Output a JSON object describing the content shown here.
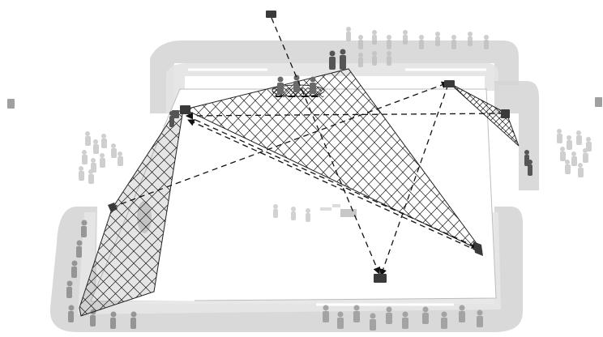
{
  "scene": {
    "kind": "multi-camera-surveillance-layout",
    "colors": {
      "background": "#ffffff",
      "walkway": "#cfcfcf",
      "walkway_inner": "#e6e6e6",
      "floor": "#ffffff",
      "floor_edge": "#bdbdbd",
      "stripe": "#ffffff",
      "grid_line": "#1a1a1a",
      "arrow": "#111111",
      "camera": "#3a3a3a",
      "person_dark": "#555555",
      "person_faint": "#b8b8b8"
    },
    "icons": {
      "camera": "camera-icon",
      "person": "person-icon",
      "group": "spectator-group-icon"
    },
    "camera_count": 7,
    "grid_regions": 4,
    "arrow_links": 6
  }
}
